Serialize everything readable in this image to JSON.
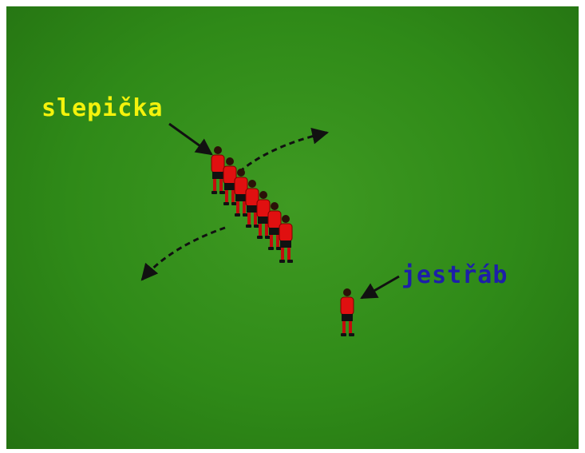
{
  "labels": {
    "hen": "slepička",
    "hawk": "jestřáb"
  },
  "colors": {
    "field": "#2f8a18",
    "hen_label": "#f3f20c",
    "hawk_label": "#1d1fa8",
    "jersey": "#e01010",
    "shorts": "#111111",
    "socks": "#c40c0c",
    "arrow": "#111111"
  },
  "hen_line": {
    "player_count": 7
  },
  "movement_arrows": [
    {
      "name": "path-top-right",
      "style": "dashed"
    },
    {
      "name": "path-bottom-left",
      "style": "dashed"
    }
  ]
}
